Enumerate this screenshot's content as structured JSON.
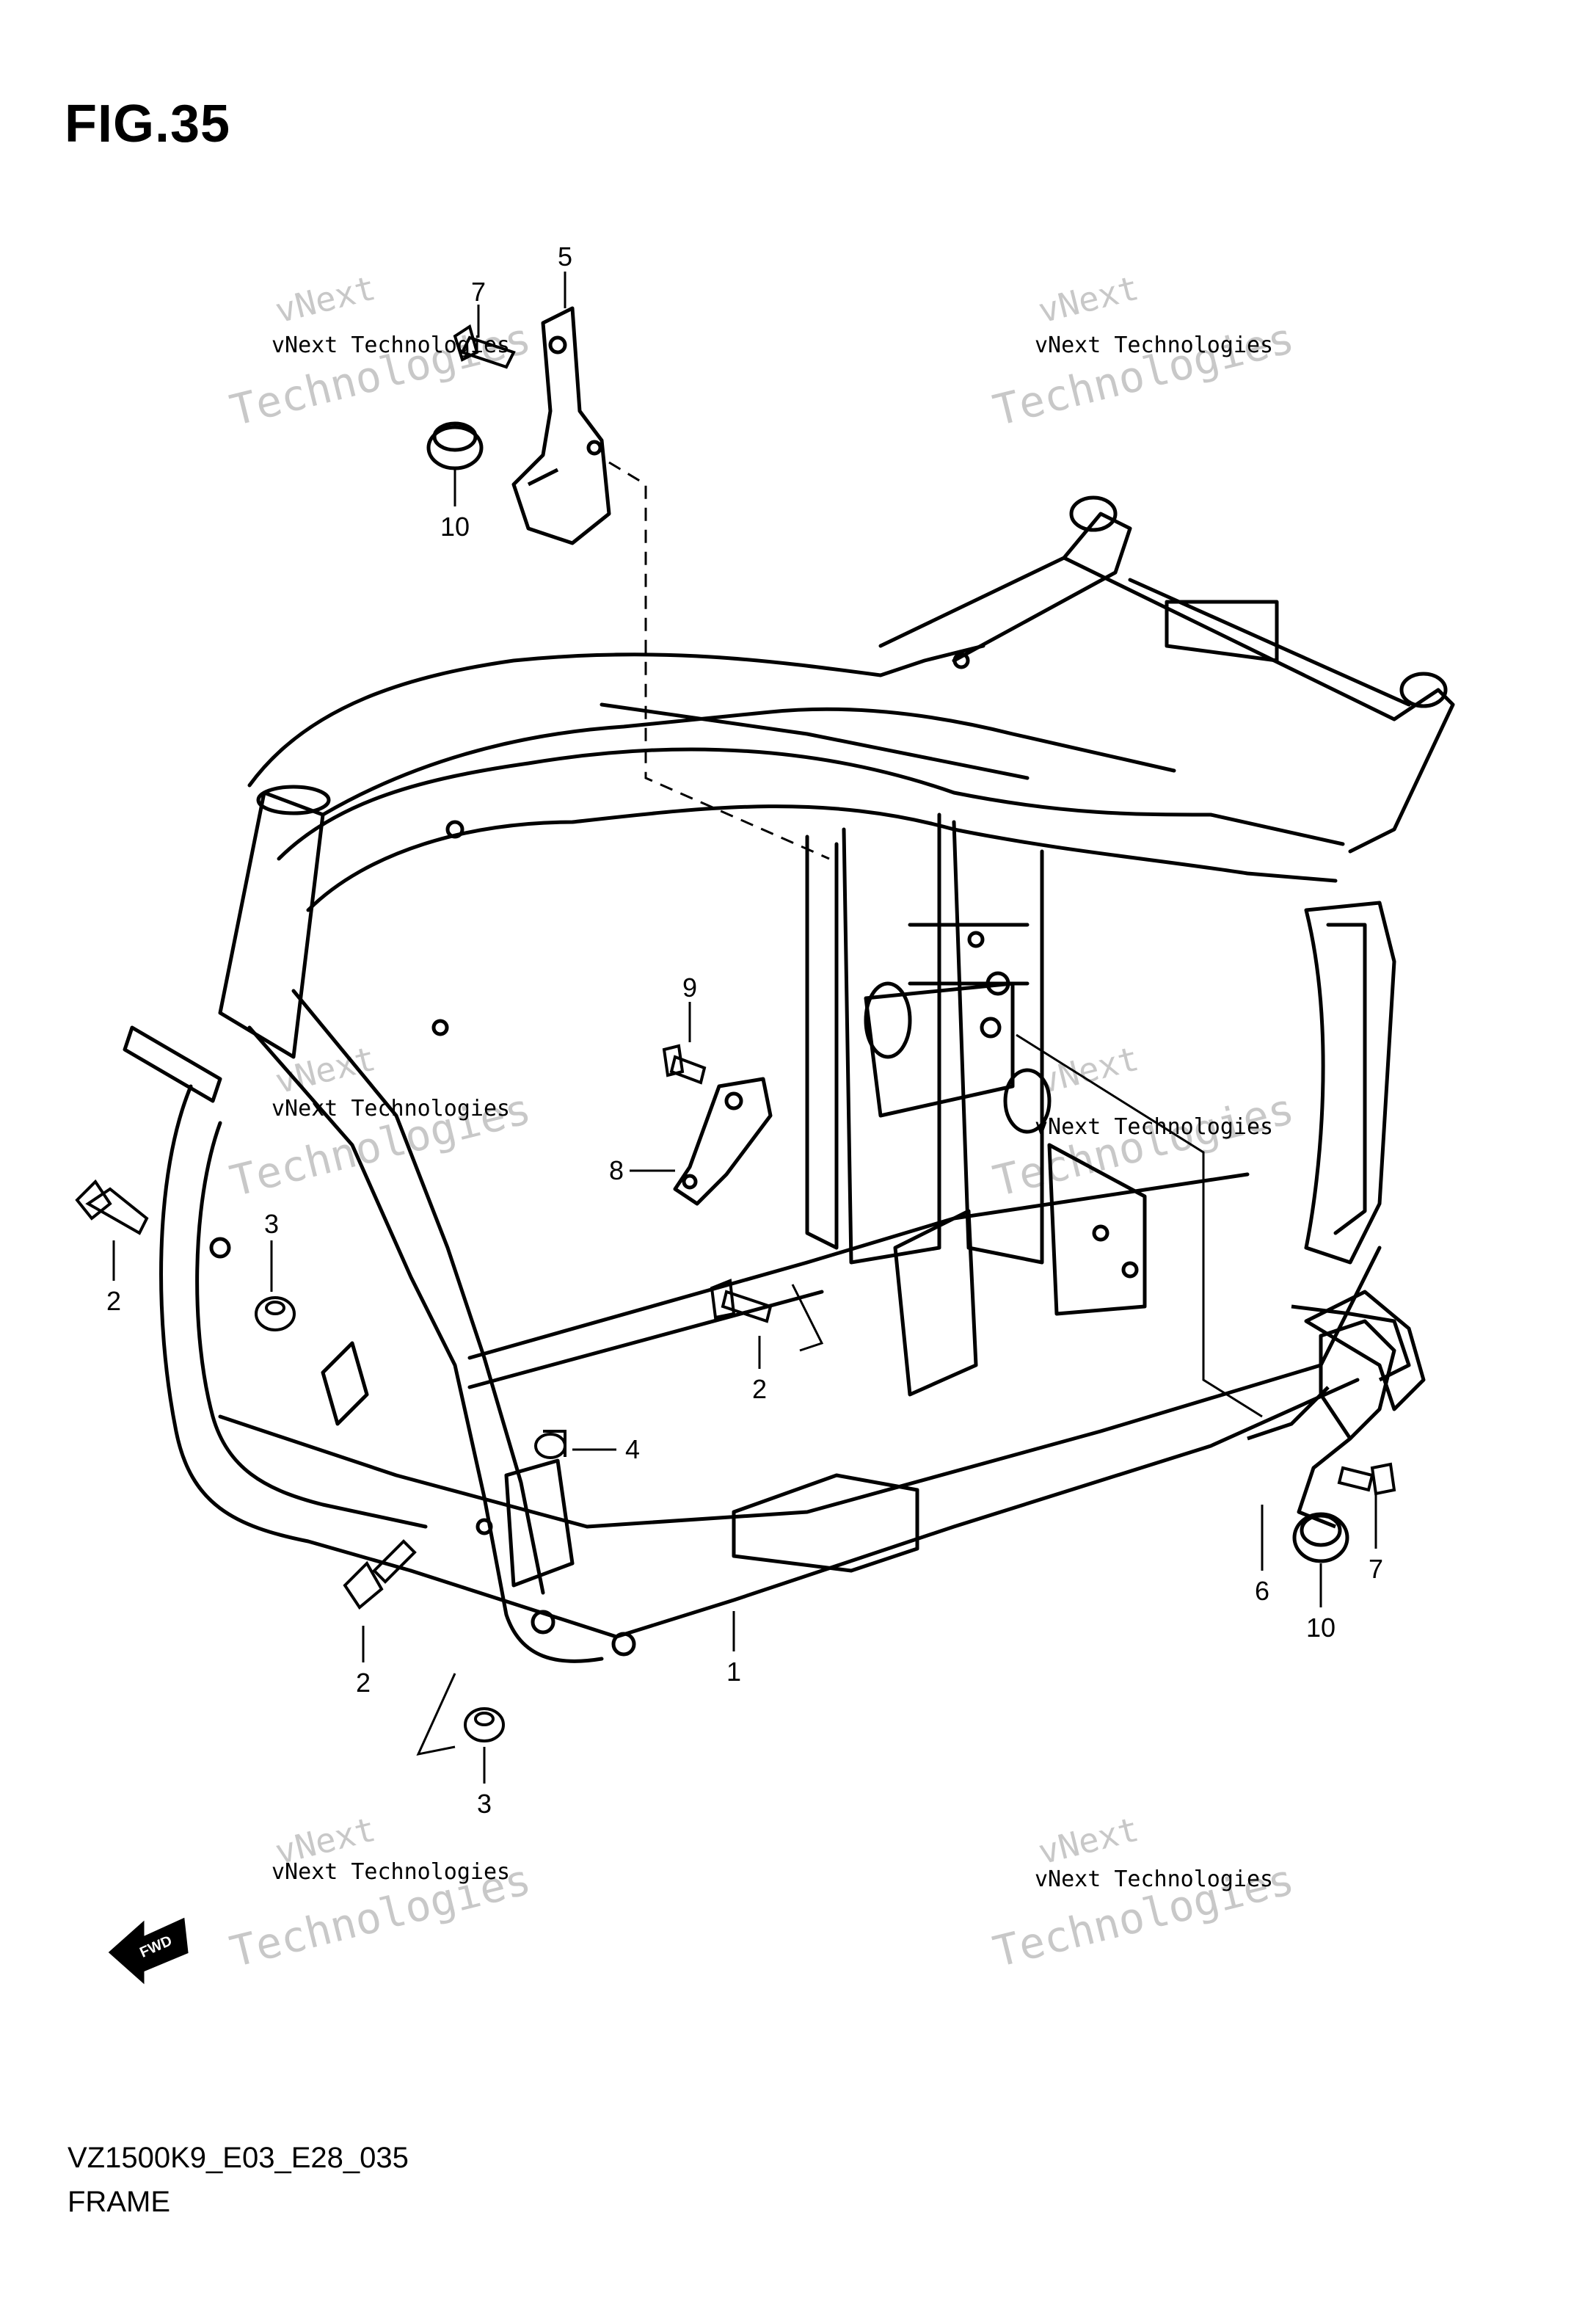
{
  "figure": {
    "title": "FIG.35",
    "code": "VZ1500K9_E03_E28_035",
    "name": "FRAME",
    "fwd_label": "FWD"
  },
  "watermark": {
    "line1": "vNext Technologies",
    "line2": "vNext",
    "line3": "Technologies",
    "color": "#c8c8c8"
  },
  "callouts": [
    {
      "id": "5a",
      "label": "5"
    },
    {
      "id": "7a",
      "label": "7"
    },
    {
      "id": "10a",
      "label": "10"
    },
    {
      "id": "9",
      "label": "9"
    },
    {
      "id": "8",
      "label": "8"
    },
    {
      "id": "3a",
      "label": "3"
    },
    {
      "id": "2a",
      "label": "2"
    },
    {
      "id": "2b",
      "label": "2"
    },
    {
      "id": "4",
      "label": "4"
    },
    {
      "id": "2c",
      "label": "2"
    },
    {
      "id": "1",
      "label": "1"
    },
    {
      "id": "3b",
      "label": "3"
    },
    {
      "id": "6",
      "label": "6"
    },
    {
      "id": "7b",
      "label": "7"
    },
    {
      "id": "10b",
      "label": "10"
    }
  ]
}
